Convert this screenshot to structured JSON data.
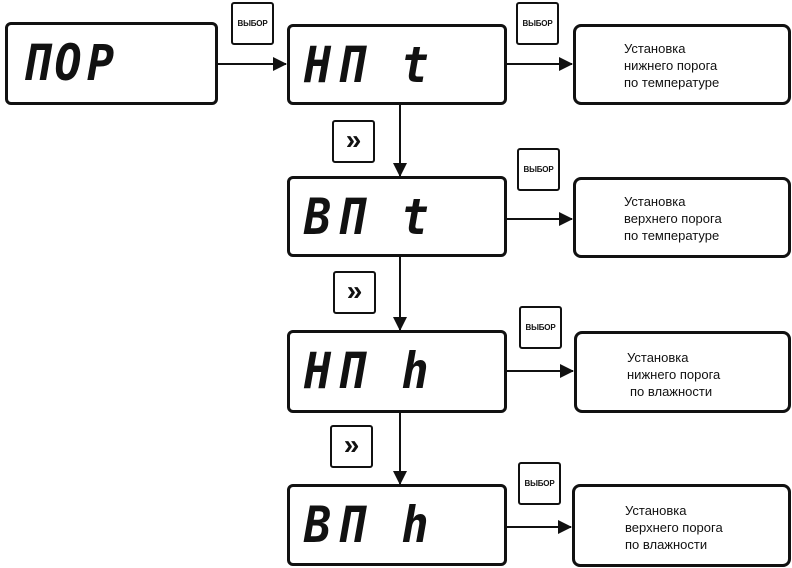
{
  "colors": {
    "ink": "#111111",
    "background": "#ffffff"
  },
  "root_display": {
    "text": "ПОР"
  },
  "select_label": "ВЫБОР",
  "next_label": "»",
  "next_icon": "double-chevron-right-icon",
  "items": [
    {
      "display": "НП t",
      "desc": [
        "Установка",
        "нижнего порога",
        "по температуре"
      ]
    },
    {
      "display": "ВП t",
      "desc": [
        "Установка",
        "верхнего порога",
        "по температуре"
      ]
    },
    {
      "display": "НП h",
      "desc": [
        "Установка",
        "нижнего порога",
        "по влажности"
      ]
    },
    {
      "display": "ВП h",
      "desc": [
        "Установка",
        "верхнего порога",
        "по влажности"
      ]
    }
  ],
  "segment_codes": {
    "ПОР": [
      "PI",
      "O",
      "P"
    ],
    "НП t": [
      "H",
      "PI",
      " ",
      "t"
    ],
    "ВП t": [
      "8",
      "PI",
      " ",
      "t"
    ],
    "НП h": [
      "H",
      "PI",
      " ",
      "h"
    ],
    "ВП h": [
      "8",
      "PI",
      " ",
      "h"
    ]
  }
}
